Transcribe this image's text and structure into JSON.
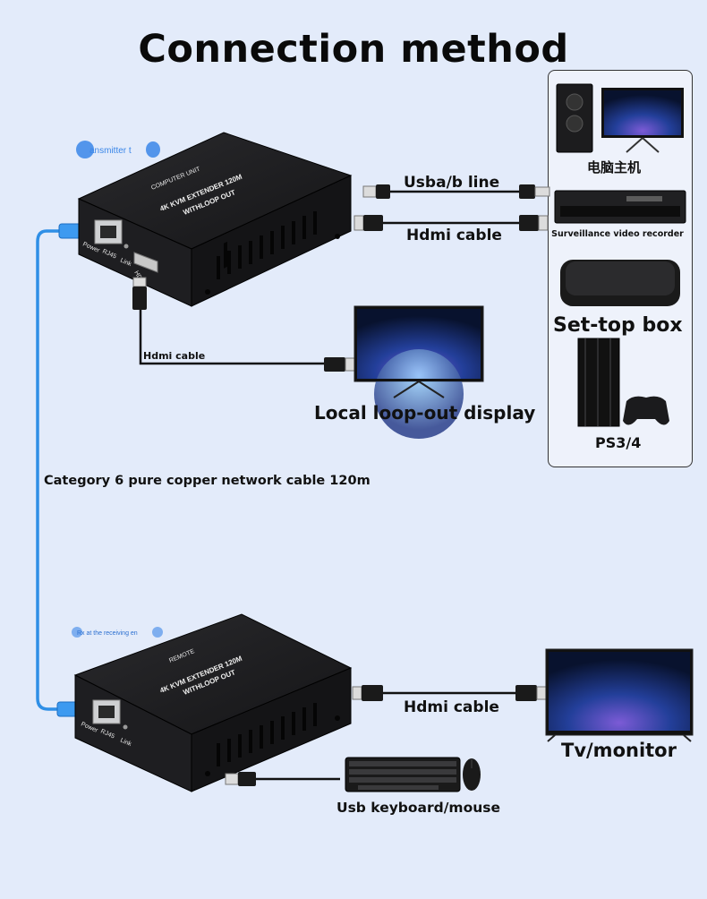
{
  "title": "Connection method",
  "transmitter_tag": "ansmitter t",
  "receiver_tag": "Rx at the receiving en",
  "transmitter_unit": {
    "label_top": "COMPUTER UNIT",
    "label_model": "4K KVM EXTENDER 120M",
    "label_loop": "WITHLOOP OUT",
    "port_power": "Power",
    "port_rj45": "RJ45",
    "port_link": "Link",
    "port_hdout": "HD-OUT"
  },
  "receiver_unit": {
    "label_top": "REMOTE",
    "label_model": "4K KVM EXTENDER 120M",
    "label_loop": "WITHLOOP OUT",
    "port_power": "Power",
    "port_rj45": "RJ45",
    "port_link": "Link"
  },
  "cables": {
    "usb_ab": "Usba/b line",
    "hdmi_top": "Hdmi cable",
    "hdmi_loop": "Hdmi cable",
    "network": "Category 6 pure copper network cable 120m",
    "hdmi_rx": "Hdmi cable",
    "usb_kbm": "Usb keyboard/mouse"
  },
  "sources": {
    "pc": "电脑主机",
    "dvr": "Surveillance video recorder",
    "stb": "Set-top box",
    "console": "PS3/4"
  },
  "displays": {
    "local": "Local loop-out display",
    "remote": "Tv/monitor"
  },
  "colors": {
    "background": "#e3ebfa",
    "device_body": "#1b1b1d",
    "network_cable": "#2f8fe6",
    "tag_blue": "#3a86e8"
  }
}
